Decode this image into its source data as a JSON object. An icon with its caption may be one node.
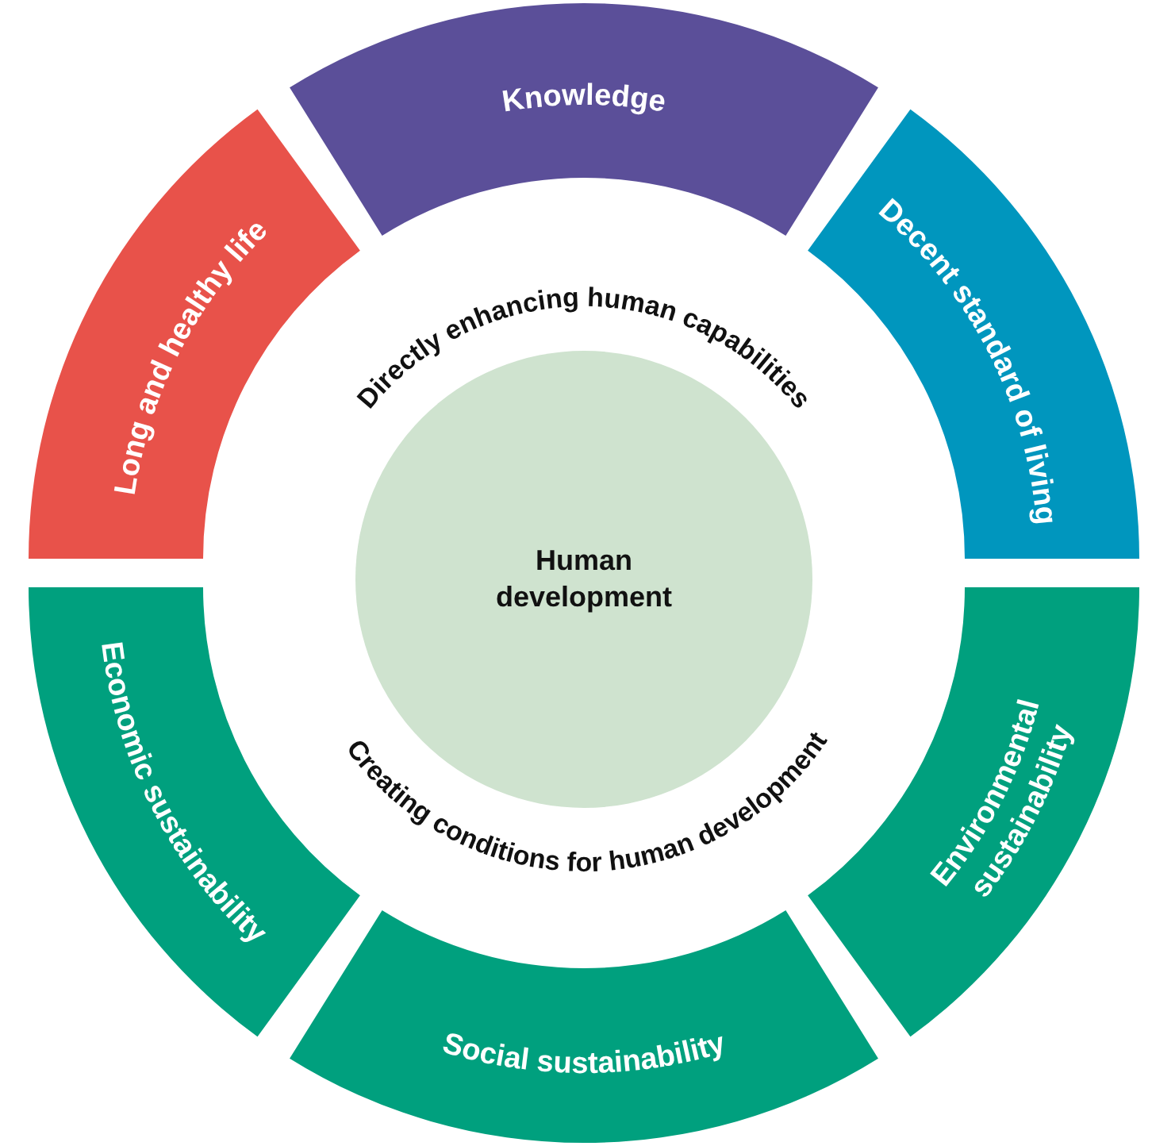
{
  "diagram": {
    "nodes": [
      {
        "text": [
          "Long and healthy life"
        ]
      },
      {
        "text": [
          "Knowledge"
        ]
      },
      {
        "text": [
          "Decent standard of living"
        ]
      },
      {
        "text": [
          "Human development"
        ]
      },
      {
        "text": [
          "Economic sustainability"
        ]
      },
      {
        "text": [
          "Social sustainability"
        ]
      },
      {
        "text": [
          "Environmental sustainability"
        ]
      }
    ],
    "labels": [
      "Directly enhancing human capabilities",
      "Creating conditions for human development"
    ]
  }
}
